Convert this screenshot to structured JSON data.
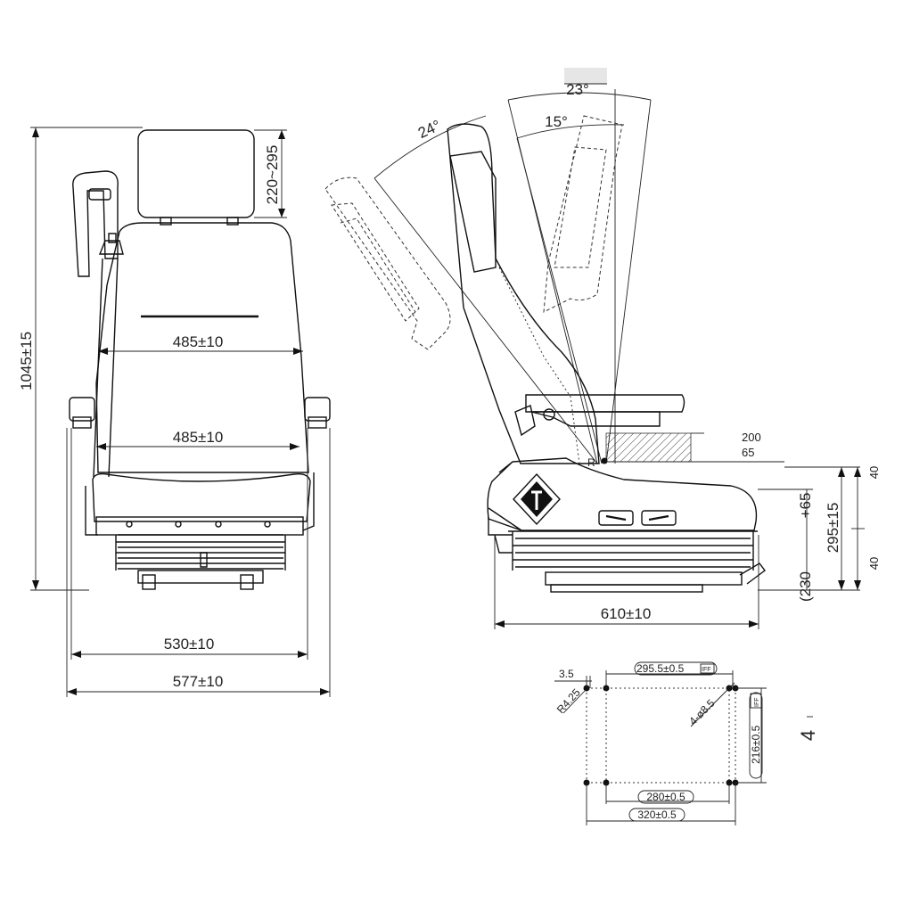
{
  "front_view": {
    "overall_height": "1045±15",
    "headrest_adjust": "220~295",
    "backrest_width": "485±10",
    "cushion_width": "485±10",
    "base_width_inner": "530±10",
    "base_width_outer": "577±10"
  },
  "side_view": {
    "recline_total": "23°",
    "recline_back": "24°",
    "recline_forward": "15°",
    "fore_aft_travel": "200",
    "sliding_step": "65",
    "reference_point": "R",
    "height_adjust_offset": "+65",
    "suspension_height": "295±15",
    "min_height": "(230",
    "stroke_upper": "40",
    "stroke_lower": "40",
    "depth": "610±10"
  },
  "mounting_pattern": {
    "offset": "3.5",
    "corner_radius": "R4.25",
    "hole_spec": "4-ø8.5",
    "width_top": "295.5±0.5",
    "width_top_badge": "IFF",
    "height_right": "216±0.5",
    "height_right_badge": "IFF",
    "width_inner": "280±0.5",
    "width_outer": "320±0.5",
    "view_marker": "4"
  }
}
